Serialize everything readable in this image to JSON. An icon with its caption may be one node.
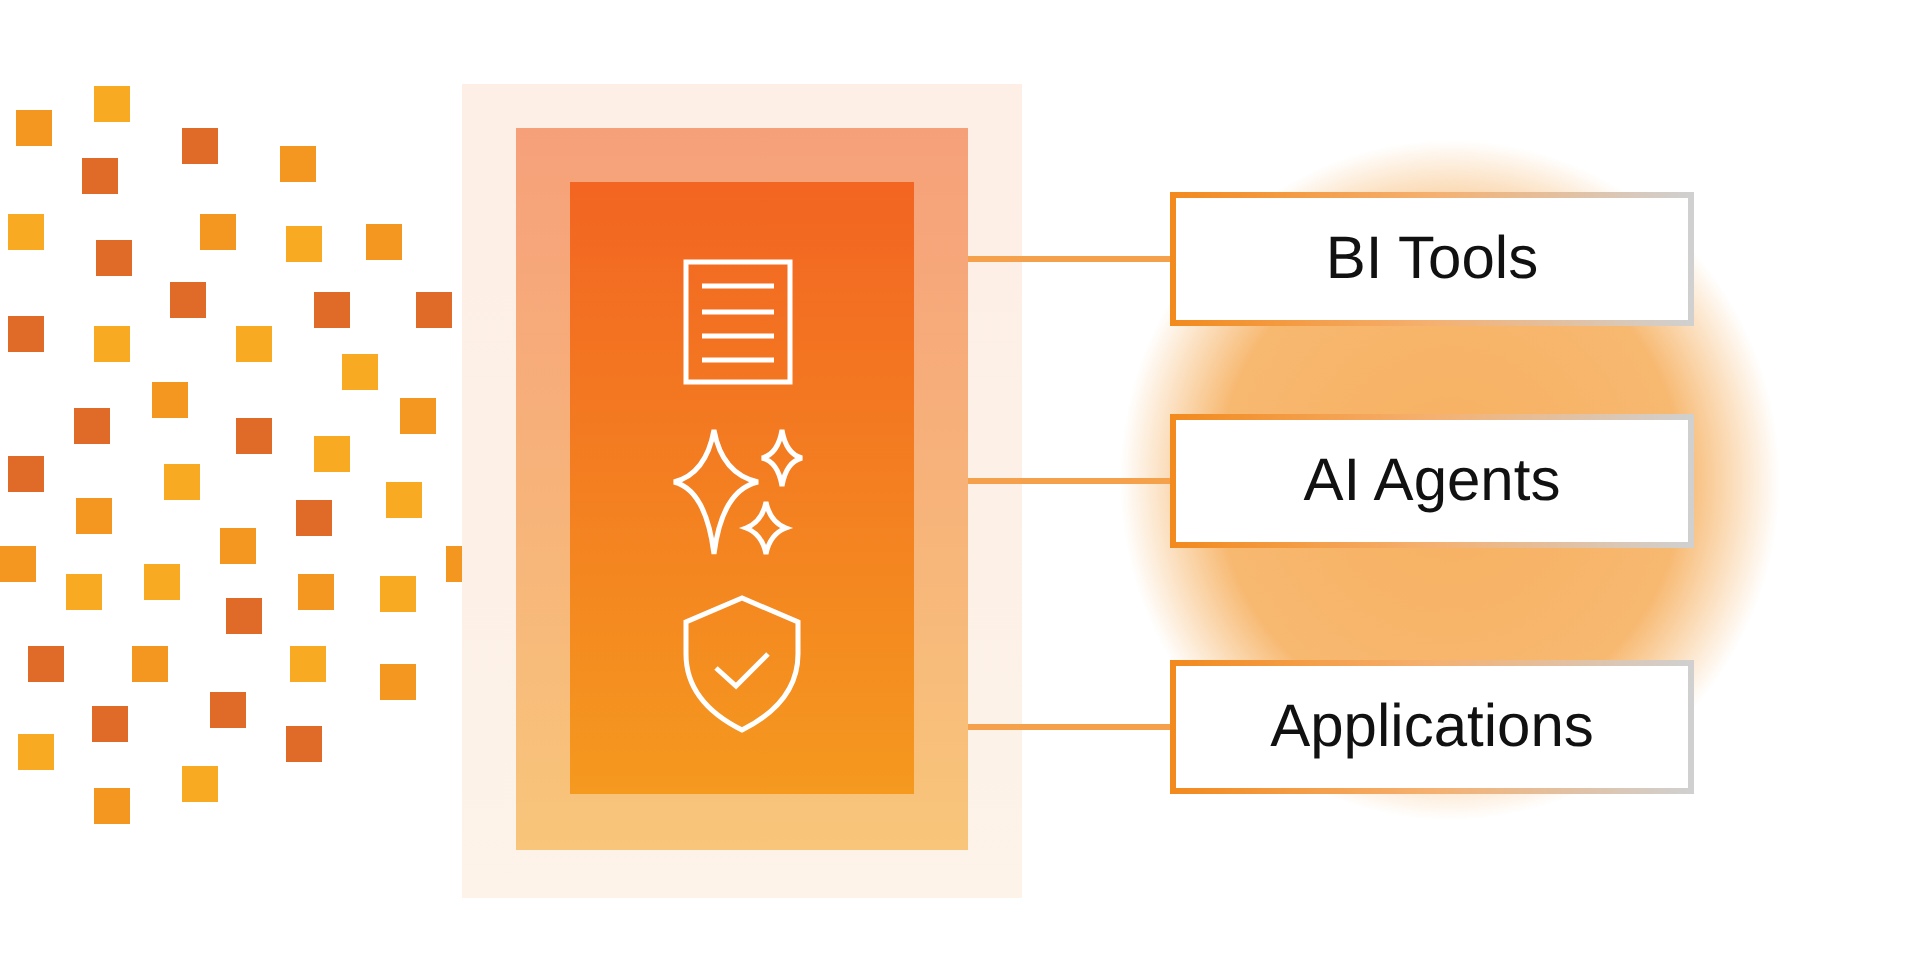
{
  "diagram": {
    "nodes": [
      {
        "text": [],
        "shape": "box"
      },
      {
        "text": [
          "BI Tools"
        ]
      },
      {
        "text": [
          "AI Agents"
        ]
      },
      {
        "text": [
          "Applications"
        ]
      }
    ],
    "edges": [
      {
        "from": 0,
        "to": 1,
        "arrow": "none"
      },
      {
        "from": 0,
        "to": 2,
        "arrow": "none"
      },
      {
        "from": 0,
        "to": 3,
        "arrow": "none"
      }
    ]
  }
}
